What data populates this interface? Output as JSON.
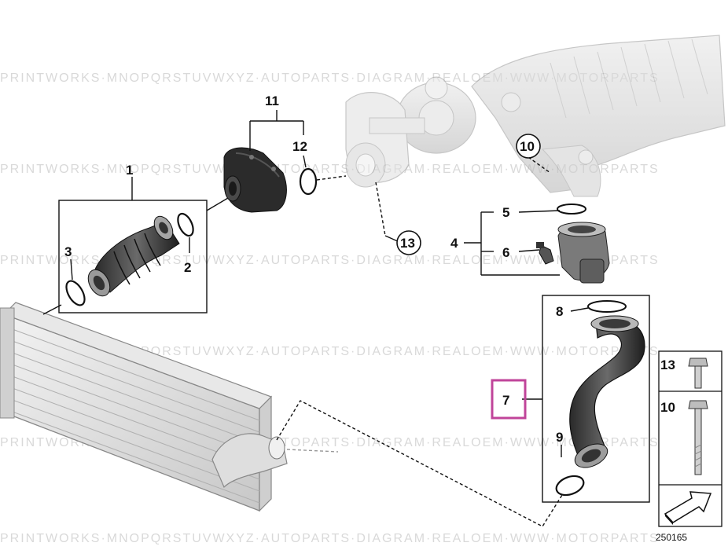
{
  "callouts": {
    "c1": "1",
    "c2": "2",
    "c3": "3",
    "c4": "4",
    "c5": "5",
    "c6": "6",
    "c7": "7",
    "c8": "8",
    "c9": "9",
    "c10_top": "10",
    "c11": "11",
    "c12": "12",
    "c13_turbo": "13",
    "legend13": "13",
    "legend10": "10"
  },
  "diagram_number": "250165",
  "highlight_color": "#c0449a",
  "watermark_text": "PRINTWORKS·MNOPQRSTUVWXYZ·AUTOPARTS·DIAGRAM·REALOEM·WWW·MOTORPARTS"
}
